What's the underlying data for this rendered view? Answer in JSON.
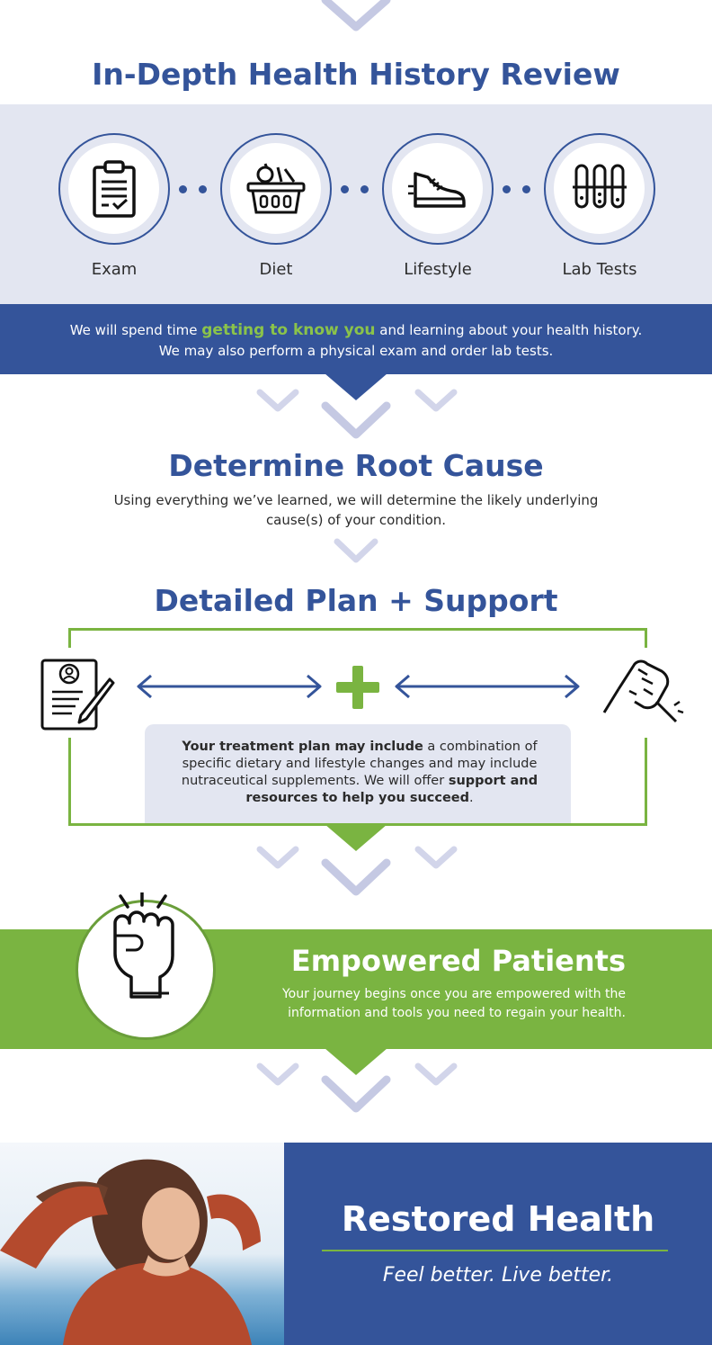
{
  "section1": {
    "title": "In-Depth Health History Review",
    "steps": [
      {
        "label": "Exam",
        "icon": "clipboard-icon"
      },
      {
        "label": "Diet",
        "icon": "food-basket-icon"
      },
      {
        "label": "Lifestyle",
        "icon": "sneaker-icon"
      },
      {
        "label": "Lab Tests",
        "icon": "test-tubes-icon"
      }
    ],
    "banner_pre": "We will spend time ",
    "banner_highlight": "getting to know you",
    "banner_post": " and learning about your health history.",
    "banner_line2": "We may also perform a physical exam and order lab tests."
  },
  "section2": {
    "title": "Determine Root Cause",
    "body_line1": "Using everything we’ve learned, we will determine the likely underlying",
    "body_line2": "cause(s) of your condition."
  },
  "section3": {
    "title": "Detailed Plan + Support",
    "left_icon": "document-pen-icon",
    "center_icon": "plus-icon",
    "right_icon": "handshake-icon",
    "card_bold1": "Your treatment plan may include",
    "card_text1": " a combination of specific dietary and lifestyle changes and may include nutraceutical supplements. We will offer ",
    "card_bold2": "support and resources to help you succeed",
    "card_end": "."
  },
  "section4": {
    "title": "Empowered Patients",
    "icon": "raised-fist-icon",
    "body_line1": "Your journey begins once you are empowered with the",
    "body_line2": "information and tools you need to regain your health."
  },
  "section5": {
    "title": "Restored Health",
    "tagline": "Feel better. Live better."
  },
  "colors": {
    "navy": "#34549a",
    "green": "#7ab441",
    "lavender": "#e3e6f1",
    "chevron": "#c5c9e3"
  }
}
